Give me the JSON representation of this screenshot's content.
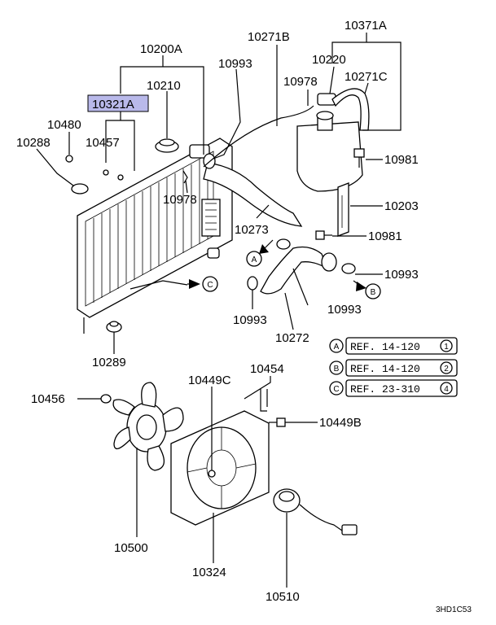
{
  "diagram_id": "3HD1C53",
  "highlighted_part": "10321A",
  "callouts": {
    "p10200A": "10200A",
    "p10210": "10210",
    "p10321A": "10321A",
    "p10480": "10480",
    "p10457": "10457",
    "p10288": "10288",
    "p10978a": "10978",
    "p10993a": "10993",
    "p10271B": "10271B",
    "p10371A": "10371A",
    "p10220": "10220",
    "p10978b": "10978",
    "p10271C": "10271C",
    "p10981a": "10981",
    "p10203": "10203",
    "p10273": "10273",
    "p10981b": "10981",
    "p10993b": "10993",
    "p10993c": "10993",
    "p10993d": "10993",
    "p10272": "10272",
    "p10289": "10289",
    "p10454": "10454",
    "p10456": "10456",
    "p10449C": "10449C",
    "p10449B": "10449B",
    "p10500": "10500",
    "p10324": "10324",
    "p10510": "10510"
  },
  "connectors": {
    "A": "A",
    "B": "B",
    "C": "C"
  },
  "references": [
    {
      "letter": "A",
      "text": "REF. 14-120",
      "num": "1"
    },
    {
      "letter": "B",
      "text": "REF. 14-120",
      "num": "2"
    },
    {
      "letter": "C",
      "text": "REF. 23-310",
      "num": "4"
    }
  ]
}
